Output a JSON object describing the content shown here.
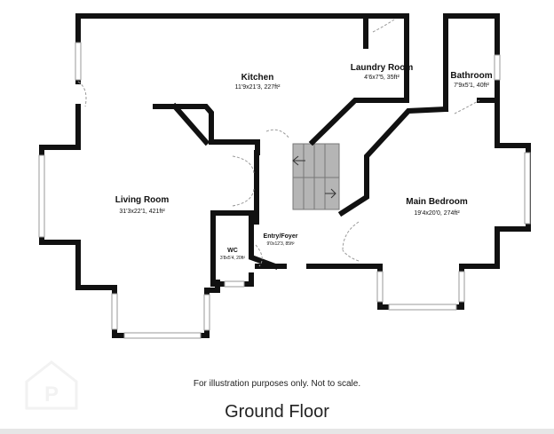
{
  "rooms": {
    "kitchen": {
      "name": "Kitchen",
      "dims": "11'9x21'3, 227ft²"
    },
    "laundry": {
      "name": "Laundry Room",
      "dims": "4'6x7'5, 35ft²"
    },
    "bathroom": {
      "name": "Bathroom",
      "dims": "7'9x5'1, 40ft²"
    },
    "living": {
      "name": "Living Room",
      "dims": "31'3x22'1, 421ft²"
    },
    "bedroom": {
      "name": "Main Bedroom",
      "dims": "19'4x20'0, 274ft²"
    },
    "wc": {
      "name": "WC",
      "dims": "3'8x5'4, 20ft²"
    },
    "entry": {
      "name": "Entry/Foyer",
      "dims": "9'0x12'3, 85ft²"
    }
  },
  "disclaimer": "For illustration purposes only. Not to scale.",
  "floor_title": "Ground Floor",
  "colors": {
    "walls": "#111111",
    "stairs": "#b5b5b5",
    "windows": "#9a9a9a",
    "text": "#222222"
  },
  "icons": {
    "watermark": "home-watermark-icon"
  }
}
